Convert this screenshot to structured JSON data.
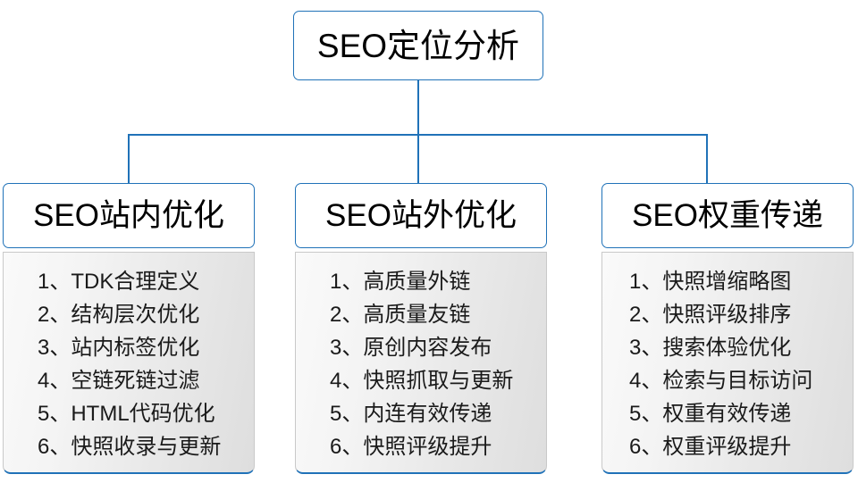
{
  "diagram": {
    "root": {
      "label": "SEO定位分析"
    },
    "branches": [
      {
        "header": "SEO站内优化",
        "items": [
          "1、TDK合理定义",
          "2、结构层次优化",
          "3、站内标签优化",
          "4、空链死链过滤",
          "5、HTML代码优化",
          "6、快照收录与更新"
        ]
      },
      {
        "header": "SEO站外优化",
        "items": [
          "1、高质量外链",
          "2、高质量友链",
          "3、原创内容发布",
          "4、快照抓取与更新",
          "5、内连有效传递",
          "6、快照评级提升"
        ]
      },
      {
        "header": "SEO权重传递",
        "items": [
          "1、快照增缩略图",
          "2、快照评级排序",
          "3、搜索体验优化",
          "4、检索与目标访问",
          "5、权重有效传递",
          "6、权重评级提升"
        ]
      }
    ],
    "colors": {
      "border_blue": "#2072b8",
      "connector_blue": "#2072b8",
      "panel_gray_light": "#fafafa",
      "panel_gray_dark": "#dedede",
      "text": "#000000",
      "background": "#ffffff"
    }
  }
}
